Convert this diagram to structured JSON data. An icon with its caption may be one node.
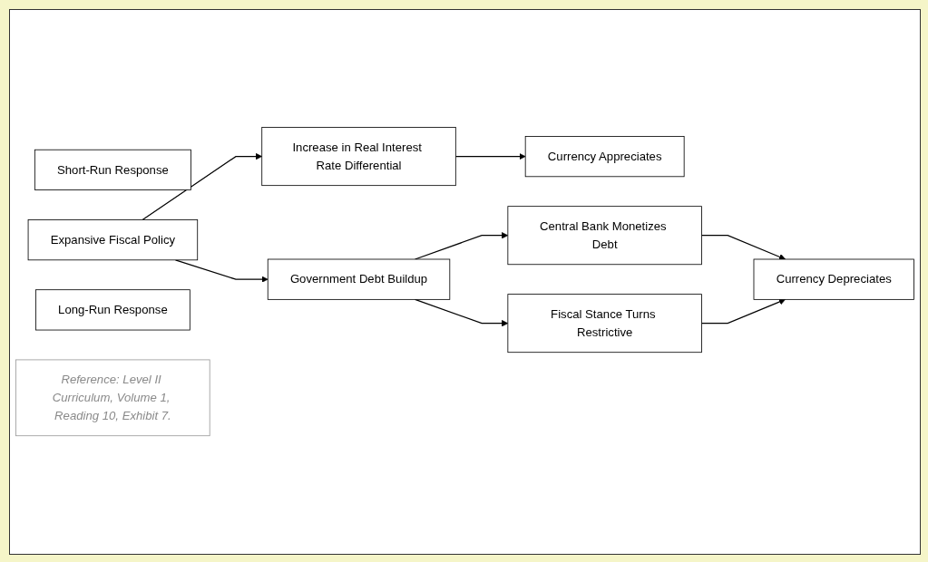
{
  "diagram": {
    "nodes": [
      {
        "text": [
          "Short-Run Response"
        ]
      },
      {
        "text": [
          "Expansive Fiscal Policy"
        ]
      },
      {
        "text": [
          "Increase in Real Interest Rate Differential"
        ]
      },
      {
        "text": [
          "Currency Appreciates"
        ]
      },
      {
        "text": [
          "Long-Run Response"
        ]
      },
      {
        "text": [
          "Government Debt Buildup"
        ]
      },
      {
        "text": [
          "Central Bank Monetizes Debt"
        ]
      },
      {
        "text": [
          "Fiscal Stance Turns Restrictive"
        ]
      },
      {
        "text": [
          "Currency Depreciates"
        ]
      },
      {
        "text": [
          "Reference: Level II Curriculum, Volume 1, Reading 10, Exhibit 7."
        ]
      }
    ],
    "edges": [
      {
        "from": 1,
        "to": 2,
        "arrow": "to"
      },
      {
        "from": 2,
        "to": 3,
        "arrow": "to"
      },
      {
        "from": 1,
        "to": 5,
        "arrow": "to"
      },
      {
        "from": 5,
        "to": 6,
        "arrow": "to"
      },
      {
        "from": 5,
        "to": 7,
        "arrow": "to"
      },
      {
        "from": 6,
        "to": 8,
        "arrow": "to"
      },
      {
        "from": 7,
        "to": 8,
        "arrow": "to"
      }
    ]
  }
}
